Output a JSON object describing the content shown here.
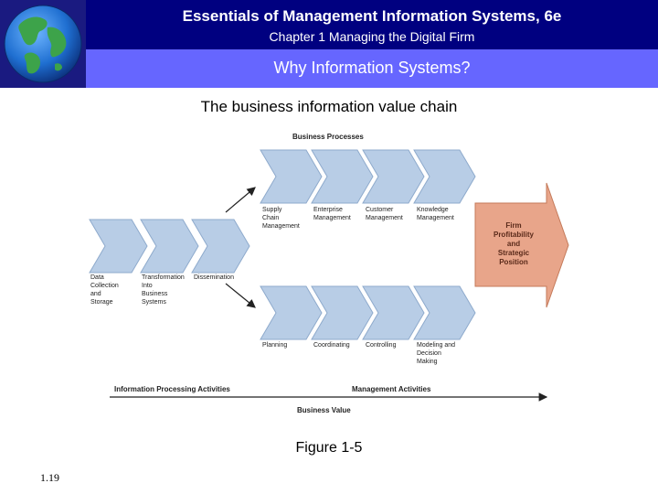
{
  "header": {
    "title": "Essentials of Management Information Systems, 6e",
    "chapter": "Chapter 1 Managing the Digital Firm",
    "section": "Why Information Systems?"
  },
  "subtitle": "The business information value chain",
  "diagram": {
    "business_processes_label": "Business Processes",
    "business_processes": [
      [
        "Supply",
        "Chain",
        "Management"
      ],
      [
        "Enterprise",
        "Management"
      ],
      [
        "Customer",
        "Management"
      ],
      [
        "Knowledge",
        "Management"
      ]
    ],
    "management_steps": [
      [
        "Planning"
      ],
      [
        "Coordinating"
      ],
      [
        "Controlling"
      ],
      [
        "Modeling and",
        "Decision",
        "Making"
      ]
    ],
    "info_steps": [
      [
        "Data",
        "Collection",
        "and",
        "Storage"
      ],
      [
        "Transformation",
        "Into",
        "Business",
        "Systems"
      ],
      [
        "Dissemination"
      ]
    ],
    "firm_outcome": [
      "Firm",
      "Profitability",
      "and",
      "Strategic",
      "Position"
    ],
    "info_processing_label": "Information Processing Activities",
    "management_activities_label": "Management Activities",
    "business_value_label": "Business Value",
    "colors": {
      "chevron": "#b8cde6",
      "chevron_stroke": "#8eaacc",
      "firm_arrow": "#e8a58a",
      "firm_stroke": "#c47a5a"
    }
  },
  "figure_caption": "Figure 1-5",
  "page_number": "1.19"
}
